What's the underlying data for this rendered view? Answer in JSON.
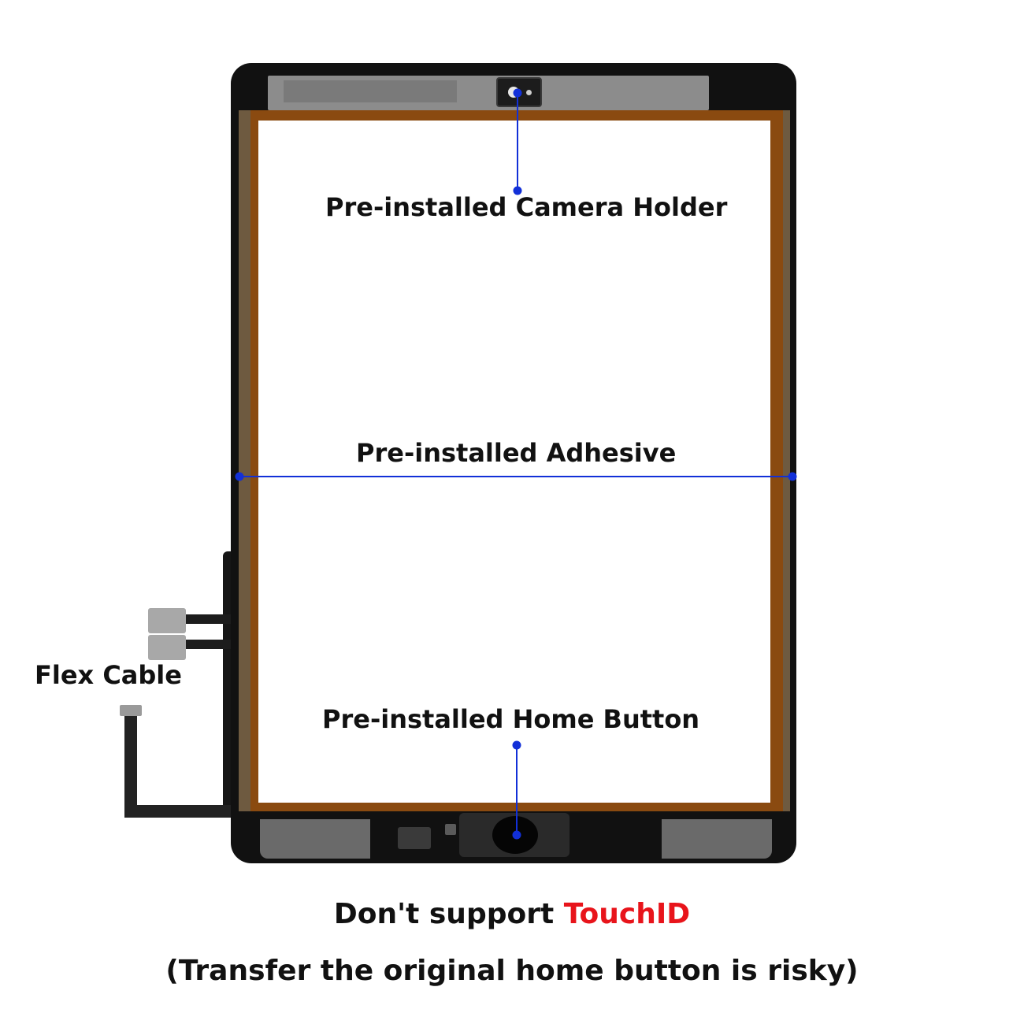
{
  "labels": {
    "camera_holder": "Pre-installed Camera Holder",
    "adhesive": "Pre-installed Adhesive",
    "home_button": "Pre-installed Home Button",
    "flex_cable": "Flex Cable"
  },
  "footer": {
    "notice_prefix": "Don't support ",
    "notice_highlight": "TouchID",
    "warning": "(Transfer the original home button is risky)"
  },
  "colors": {
    "callout_line": "#1230d8",
    "highlight": "#e8141b",
    "adhesive": "#8a4a10",
    "tablet_body": "#111111"
  }
}
